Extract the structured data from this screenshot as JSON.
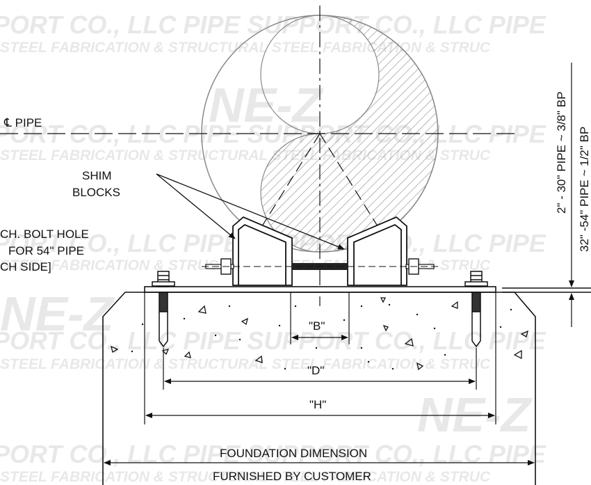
{
  "watermark": {
    "line_company": "PORT CO., LLC PIPE SUPPORT CO., LLC PIPE",
    "line_fab": "STEEL FABRICATION & STRUCTURAL STEEL FABRICATION & STRUC",
    "logo_text": "NE-Z"
  },
  "labels": {
    "centerline_pipe": "℄ PIPE",
    "shim_line1": "SHIM",
    "shim_line2": "BLOCKS",
    "bolt_line1": "CH. BOLT HOLE",
    "bolt_line2": "FOR 54\" PIPE",
    "bolt_line3": "CH SIDE]",
    "dim_b": "\"B\"",
    "dim_d": "\"D\"",
    "dim_h": "\"H\"",
    "foundation_line1": "FOUNDATION DIMENSION",
    "foundation_line2": "FURNISHED BY CUSTOMER",
    "bp_small": "2\" - 30\" PIPE ~ 3/8\" BP",
    "bp_large": "32\" -54\" PIPE ~ 1/2\" BP"
  },
  "colors": {
    "line": "#111111",
    "pipe_outline": "#777777",
    "hatch": "#888888",
    "watermark": "#e6e6e6"
  }
}
